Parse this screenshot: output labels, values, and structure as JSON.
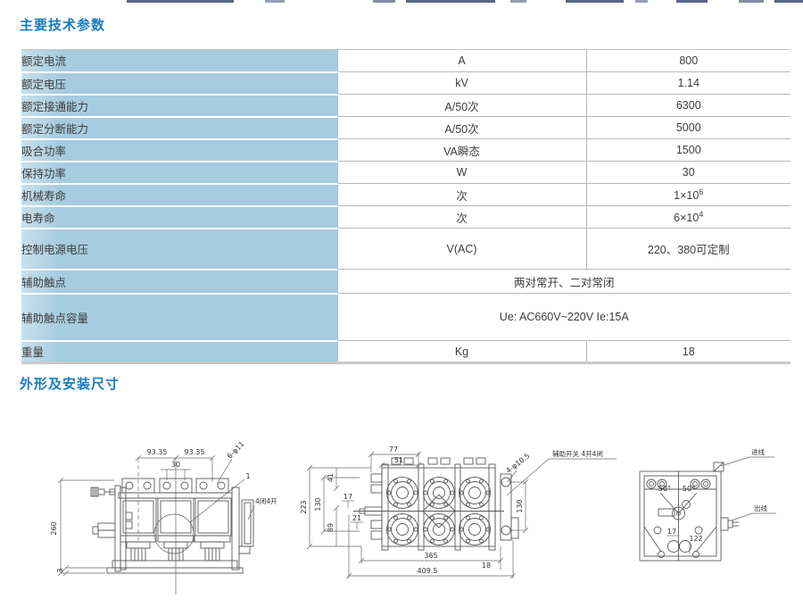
{
  "page": {
    "section1_title": "主要技术参数",
    "section2_title": "外形及安装尺寸"
  },
  "table": {
    "rows": [
      {
        "label": "额定电流",
        "unit": "A",
        "value": "800"
      },
      {
        "label": "额定电压",
        "unit": "kV",
        "value": "1.14"
      },
      {
        "label": "额定接通能力",
        "unit": "A/50次",
        "value": "6300"
      },
      {
        "label": "额定分断能力",
        "unit": "A/50次",
        "value": "5000"
      },
      {
        "label": "吸合功率",
        "unit": "VA瞬态",
        "value": "1500"
      },
      {
        "label": "保持功率",
        "unit": "W",
        "value": "30"
      },
      {
        "label": "机械寿命",
        "unit": "次",
        "value": "1×10",
        "value_sup": "6"
      },
      {
        "label": "电寿命",
        "unit": "次",
        "value": "6×10",
        "value_sup": "4"
      },
      {
        "label": "控制电源电压",
        "unit": "V(AC)",
        "value": "220、380可定制"
      },
      {
        "label": "辅助触点",
        "merged": "两对常开、二对常闭"
      },
      {
        "label": "辅助触点容量",
        "merged": "Ue: AC660V~220V  Ie:15A"
      },
      {
        "label": "重量",
        "unit": "Kg",
        "value": "18"
      }
    ]
  },
  "drawings": {
    "front": {
      "dim_a": "93.35",
      "dim_b": "93.35",
      "dim_c": "30",
      "holes": "6-φ11",
      "callout": "1",
      "height": "260",
      "base": "3",
      "aux": "4闭4开"
    },
    "top": {
      "dim_77": "77",
      "dim_51": "51",
      "dim_41": "41",
      "dim_223": "223",
      "dim_130l": "130",
      "dim_17": "17",
      "dim_21": "21",
      "dim_89": "89",
      "holes": "4-φ10.5",
      "aux_switch": "辅助开关 4开4闭",
      "dim_130r": "130",
      "dim_365": "365",
      "dim_409": "409.5",
      "dim_18": "18"
    },
    "side": {
      "inlet": "进线",
      "outlet": "出线",
      "angle_l": "50°",
      "angle_r": "50°",
      "dim_17": "17",
      "dim_122": "122"
    }
  },
  "colors": {
    "title_blue": "#187abe",
    "table_blue": "#a6cce0",
    "line_gray": "#5a5a5a"
  }
}
